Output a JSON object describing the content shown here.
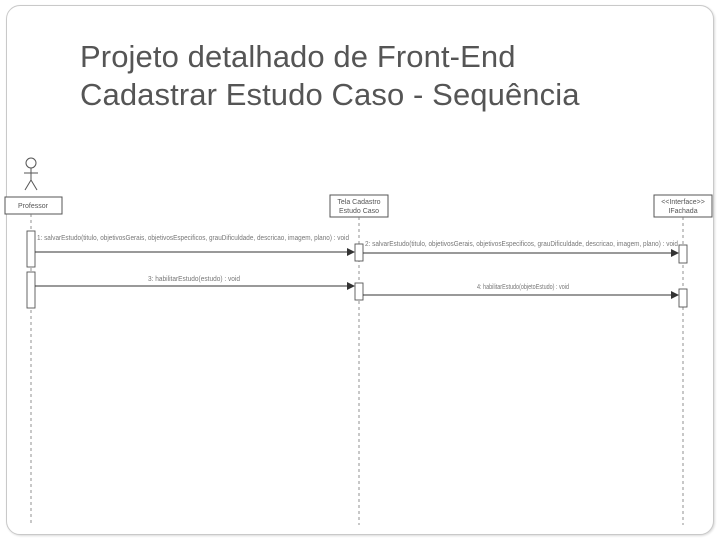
{
  "slide": {
    "title_line1": "Projeto detalhado de Front-End",
    "title_line2": "Cadastrar Estudo Caso - Sequência"
  },
  "diagram": {
    "actor": {
      "label": "Professor"
    },
    "participants": [
      {
        "line1": "Tela Cadastro",
        "line2": "Estudo Caso"
      },
      {
        "line1": "<<Interface>>",
        "line2": "IFachada"
      }
    ],
    "messages": [
      {
        "label": "1: salvarEstudo(titulo, objetivosGerais, objetivosEspecificos, grauDificuldade, descricao, imagem, plano) : void"
      },
      {
        "label": "2: salvarEstudo(titulo, objetivosGerais, objetivosEspecificos, grauDificuldade, descricao, imagem, plano) : void"
      },
      {
        "label": "3: habilitarEstudo(estudo) : void"
      },
      {
        "label": "4: habilitarEstudo(objetoEstudo) : void"
      }
    ]
  },
  "colors": {
    "line": "#555555",
    "text_dim": "#777777",
    "title": "#555555"
  }
}
